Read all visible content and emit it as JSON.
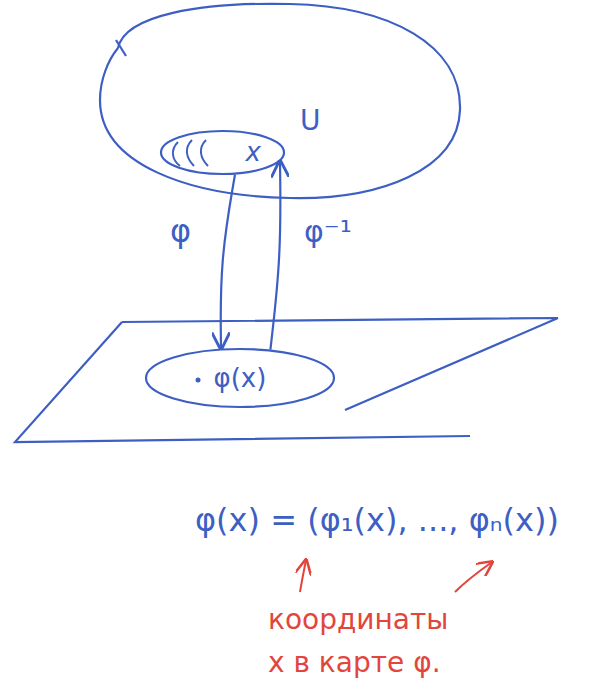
{
  "diagram": {
    "nodes": [
      {
        "text": [
          "U",
          "x"
        ]
      },
      {
        "text": [
          "φ(x)"
        ]
      }
    ],
    "edges": [
      {
        "from": 0,
        "to": 1,
        "arrow": "to",
        "label": "φ"
      },
      {
        "from": 1,
        "to": 0,
        "arrow": "to",
        "label": "φ⁻¹"
      }
    ],
    "labels": [
      "φ(x) = (φ₁(x), ..., φₙ(x))",
      "координаты x в карте φ."
    ]
  }
}
